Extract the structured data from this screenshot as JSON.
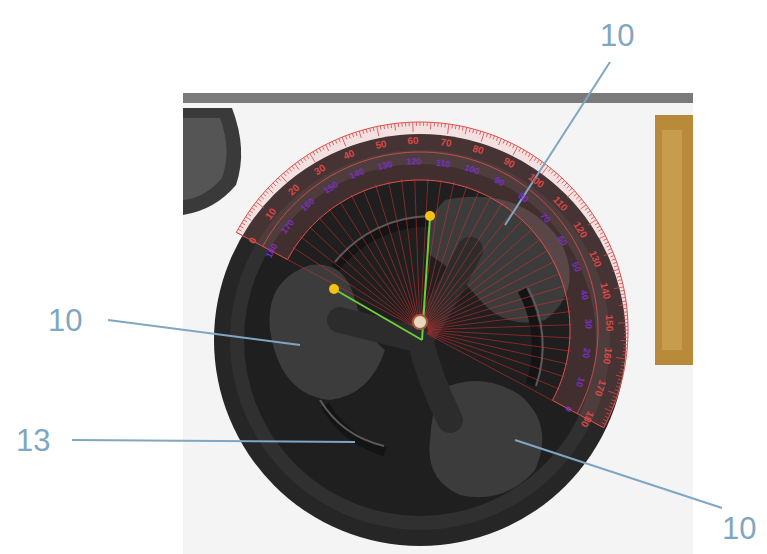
{
  "diagram": {
    "labels": [
      "10",
      "10",
      "13",
      "10",
      "0",
      "10",
      "20",
      "30",
      "40",
      "50",
      "60",
      "70",
      "80",
      "90",
      "100",
      "110",
      "120",
      "130",
      "140",
      "150",
      "160",
      "170",
      "180",
      "180",
      "170",
      "160",
      "150",
      "140",
      "130",
      "120",
      "110",
      "100",
      "90",
      "80",
      "70",
      "60",
      "50",
      "40",
      "30",
      "20",
      "10",
      "0"
    ]
  }
}
